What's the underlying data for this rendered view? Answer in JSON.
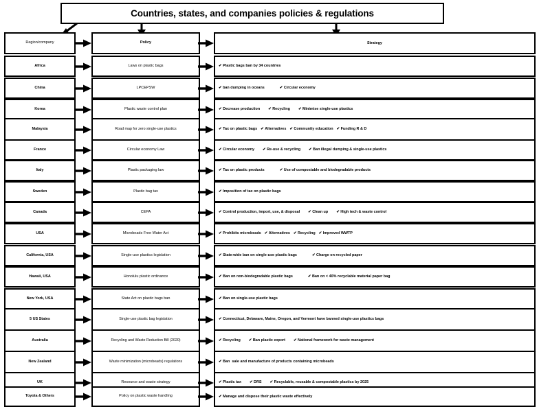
{
  "title": "Countries, states, and companies policies & regulations",
  "columns": {
    "region": "Region/company",
    "policy": "Policy",
    "strategy": "Strategy"
  },
  "icons": {
    "check": "check-icon",
    "arrow_right": "arrow-right-icon",
    "arrow_down": "arrow-down-icon",
    "arrow_down_left": "arrow-down-left-icon"
  },
  "colors": {
    "border": "#000000",
    "background": "#ffffff",
    "text": "#000000"
  },
  "rows": [
    {
      "region": "Africa",
      "policy": "Laws on plastic bags",
      "strategies": [
        "Plastic bags ban by 34 countries"
      ]
    },
    {
      "region": "China",
      "policy": "LPCEPSW",
      "strategies": [
        "ban dumping in oceans",
        "Circular economy"
      ]
    },
    {
      "region": "Korea",
      "policy": "Plastic waste control plan",
      "strategies": [
        "Decrease production",
        "Recycling",
        "Minimise single-use plastics"
      ]
    },
    {
      "region": "Malaysia",
      "policy": "Road map for zero single-use plastics",
      "strategies": [
        "Tax on plastic bags",
        "Alternatives",
        "Community education",
        "Funding R & D"
      ]
    },
    {
      "region": "France",
      "policy": "Circular economy Law",
      "strategies": [
        "Circular economy",
        "Re-use & recycling",
        "Ban illegal dumping & single-use plastics"
      ]
    },
    {
      "region": "Italy",
      "policy": "Plastic packaging law",
      "strategies": [
        "Tax on plastic products",
        "Use of compostable and biodegradable products"
      ]
    },
    {
      "region": "Sweden",
      "policy": "Plastic bag tax",
      "strategies": [
        "Imposition of tax on plastic bags"
      ]
    },
    {
      "region": "Canada",
      "policy": "CEPA",
      "strategies": [
        "Control production, import, use, & disposal",
        "Clean up",
        "High tech & waste control"
      ]
    },
    {
      "region": "USA",
      "policy": "Microbeads Free Water Act",
      "strategies": [
        "Prohibits microbeads",
        "Alternatives",
        "Recycling",
        "Improved WWTP"
      ]
    },
    {
      "region": "California, USA",
      "policy": "Single-use plastics legislation",
      "strategies": [
        "State-wide ban on single-use plastic bags",
        "Charge on recycled paper"
      ]
    },
    {
      "region": "Hawaii, USA",
      "policy": "Honolulu plastic ordinance",
      "strategies": [
        "Ban on non-biodegradable plastic bags",
        "Ban on < 40% recyclable material paper bag"
      ]
    },
    {
      "region": "New York, USA",
      "policy": "State Act on plastic bags ban",
      "strategies": [
        "Ban on single-use plastic bags"
      ]
    },
    {
      "region": "5 US States",
      "policy": "Single-use plastic bag legislation",
      "strategies": [
        "Connecticut, Delaware, Maine, Oregon, and Vermont have banned single-use plastics bags"
      ]
    },
    {
      "region": "Australia",
      "policy": "Recycling and Waste Reduction Bill (2020)",
      "strategies": [
        "Recycling",
        "Ban plastic export",
        "National framework for waste management"
      ]
    },
    {
      "region": "New Zealand",
      "policy": "Waste minimization (microbeads) regulations",
      "strategies": [
        "Ban  sale and manufacture of products containing microbeads"
      ]
    },
    {
      "region": "UK",
      "policy": "Resource and waste strategy",
      "strategies": [
        "Plastic tax",
        "DRS",
        "Recyclable, reusable & compostable plastics by 2025"
      ]
    },
    {
      "region": "Toyota & Others",
      "policy": "Policy on plastic waste handling",
      "strategies": [
        "Manage and dispose their plastic waste effectively"
      ]
    }
  ]
}
